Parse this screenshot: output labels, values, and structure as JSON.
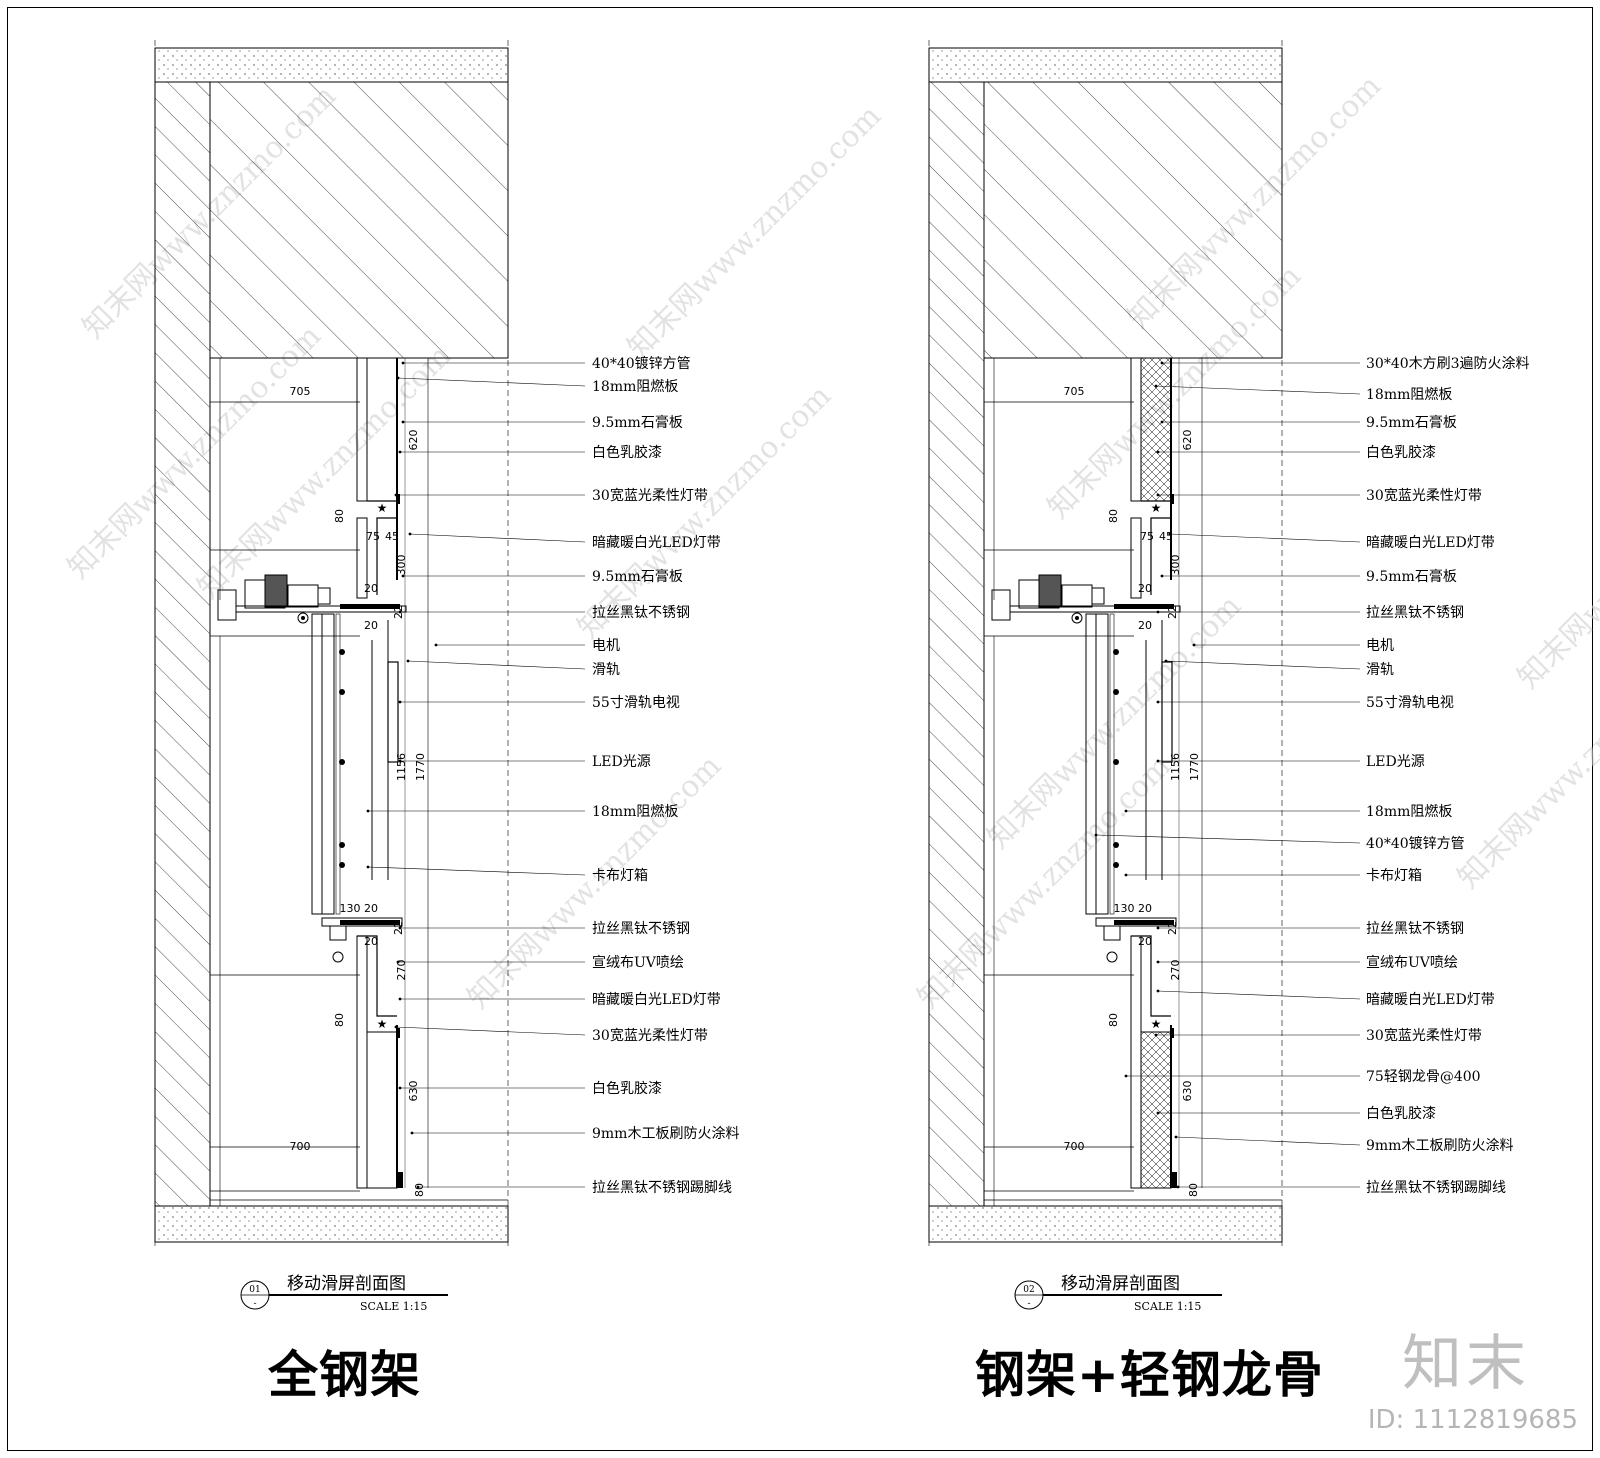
{
  "drawings": [
    {
      "id": "left",
      "number": "01",
      "sub": "-",
      "title": "移动滑屏剖面图",
      "scale": "SCALE  1:15",
      "caption": "全钢架",
      "dims": [
        "705",
        "620",
        "80",
        "75",
        "45",
        "300",
        "20",
        "22",
        "20",
        "1156",
        "1770",
        "130",
        "20",
        "22",
        "20",
        "270",
        "80",
        "630",
        "700",
        "80"
      ],
      "labels": [
        "40*40镀锌方管",
        "18mm阻燃板",
        "9.5mm石膏板",
        "白色乳胶漆",
        "30宽蓝光柔性灯带",
        "暗藏暖白光LED灯带",
        "9.5mm石膏板",
        "拉丝黑钛不锈钢",
        "电机",
        "滑轨",
        "55寸滑轨电视",
        "LED光源",
        "18mm阻燃板",
        "卡布灯箱",
        "拉丝黑钛不锈钢",
        "宣绒布UV喷绘",
        "暗藏暖白光LED灯带",
        "30宽蓝光柔性灯带",
        "白色乳胶漆",
        "9mm木工板刷防火涂料",
        "拉丝黑钛不锈钢踢脚线"
      ]
    },
    {
      "id": "right",
      "number": "02",
      "sub": "-",
      "title": "移动滑屏剖面图",
      "scale": "SCALE  1:15",
      "caption": "钢架+轻钢龙骨",
      "dims": [
        "705",
        "620",
        "80",
        "75",
        "45",
        "300",
        "20",
        "22",
        "20",
        "1156",
        "1770",
        "130",
        "20",
        "22",
        "20",
        "270",
        "80",
        "630",
        "700",
        "80"
      ],
      "labels": [
        "30*40木方刷3遍防火涂料",
        "18mm阻燃板",
        "9.5mm石膏板",
        "白色乳胶漆",
        "30宽蓝光柔性灯带",
        "暗藏暖白光LED灯带",
        "9.5mm石膏板",
        "拉丝黑钛不锈钢",
        "电机",
        "滑轨",
        "55寸滑轨电视",
        "LED光源",
        "18mm阻燃板",
        "40*40镀锌方管",
        "卡布灯箱",
        "拉丝黑钛不锈钢",
        "宣绒布UV喷绘",
        "暗藏暖白光LED灯带",
        "30宽蓝光柔性灯带",
        "75轻钢龙骨@400",
        "白色乳胶漆",
        "9mm木工板刷防火涂料",
        "拉丝黑钛不锈钢踢脚线"
      ]
    }
  ],
  "watermark": "知末网www.znzmo.com",
  "brand": "知末",
  "image_id": "ID: 1112819685"
}
